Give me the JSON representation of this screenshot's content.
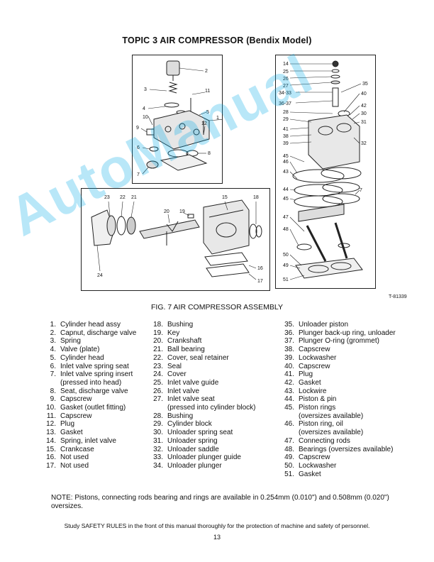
{
  "page": {
    "title": "TOPIC 3 AIR COMPRESSOR (Bendix Model)",
    "figure_code": "T-81339",
    "caption": "FIG. 7 AIR COMPRESSOR ASSEMBLY",
    "watermark": "AutoManual",
    "note": "NOTE: Pistons, connecting rods bearing and rings are available in 0.254mm (0.010\") and 0.508mm (0.020\") oversizes.",
    "footer": "Study SAFETY RULES in the front of this manual thoroughly for the protection of machine and safety of personnel.",
    "page_number": "13"
  },
  "parts_col1": [
    {
      "n": "1.",
      "t": "Cylinder head assy"
    },
    {
      "n": "2.",
      "t": "Capnut, discharge valve"
    },
    {
      "n": "3.",
      "t": "Spring"
    },
    {
      "n": "4.",
      "t": "Valve (plate)"
    },
    {
      "n": "5.",
      "t": "Cylinder head"
    },
    {
      "n": "6.",
      "t": "Inlet valve spring seat"
    },
    {
      "n": "7.",
      "t": "Inlet valve spring insert",
      "c": "(pressed into head)"
    },
    {
      "n": "8.",
      "t": "Seat, discharge valve"
    },
    {
      "n": "9.",
      "t": "Capscrew"
    },
    {
      "n": "10.",
      "t": "Gasket (outlet fitting)"
    },
    {
      "n": "11.",
      "t": "Capscrew"
    },
    {
      "n": "12.",
      "t": "Plug"
    },
    {
      "n": "13.",
      "t": "Gasket"
    },
    {
      "n": "14.",
      "t": "Spring, inlet valve"
    },
    {
      "n": "15.",
      "t": "Crankcase"
    },
    {
      "n": "16.",
      "t": "Not used"
    },
    {
      "n": "17.",
      "t": "Not used"
    }
  ],
  "parts_col2": [
    {
      "n": "18.",
      "t": "Bushing"
    },
    {
      "n": "19.",
      "t": "Key"
    },
    {
      "n": "20.",
      "t": "Crankshaft"
    },
    {
      "n": "21.",
      "t": "Ball bearing"
    },
    {
      "n": "22.",
      "t": "Cover, seal retainer"
    },
    {
      "n": "23.",
      "t": "Seal"
    },
    {
      "n": "24.",
      "t": "Cover"
    },
    {
      "n": "25.",
      "t": "Inlet valve guide"
    },
    {
      "n": "26.",
      "t": "Inlet valve"
    },
    {
      "n": "27.",
      "t": "Inlet  valve seat",
      "c": "(pressed into cylinder block)"
    },
    {
      "n": "28.",
      "t": "Bushing"
    },
    {
      "n": "29.",
      "t": "Cylinder block"
    },
    {
      "n": "30.",
      "t": "Unloader spring seat"
    },
    {
      "n": "31.",
      "t": "Unloader spring"
    },
    {
      "n": "32.",
      "t": "Unloader saddle"
    },
    {
      "n": "33.",
      "t": "Unloader plunger guide"
    },
    {
      "n": "34.",
      "t": "Unloader plunger"
    }
  ],
  "parts_col3": [
    {
      "n": "35.",
      "t": "Unloader piston"
    },
    {
      "n": "36.",
      "t": "Plunger back-up ring, unloader"
    },
    {
      "n": "37.",
      "t": "Plunger O-ring (grommet)"
    },
    {
      "n": "38.",
      "t": "Capscrew"
    },
    {
      "n": "39.",
      "t": "Lockwasher"
    },
    {
      "n": "40.",
      "t": "Capscrew"
    },
    {
      "n": "41.",
      "t": "Plug"
    },
    {
      "n": "42.",
      "t": "Gasket"
    },
    {
      "n": "43.",
      "t": "Lockwire"
    },
    {
      "n": "44.",
      "t": "Piston & pin"
    },
    {
      "n": "45.",
      "t": "Piston rings",
      "c": "(oversizes available)"
    },
    {
      "n": "46.",
      "t": "Piston ring, oil",
      "c": "(oversizes available)"
    },
    {
      "n": "47.",
      "t": "Connecting rods"
    },
    {
      "n": "48.",
      "t": "Bearings (oversizes available)"
    },
    {
      "n": "49.",
      "t": "Capscrew"
    },
    {
      "n": "50.",
      "t": "Lockwasher"
    },
    {
      "n": "51.",
      "t": "Gasket"
    }
  ],
  "callouts_head": [
    "2",
    "3",
    "11",
    "1",
    "4",
    "5",
    "10",
    "9",
    "12",
    "6",
    "8",
    "7"
  ],
  "callouts_crank": [
    "23",
    "22",
    "21",
    "20",
    "19",
    "15",
    "18",
    "24",
    "16",
    "17"
  ],
  "callouts_block": [
    "14",
    "25",
    "26",
    "27",
    "34-33",
    "36-37",
    "28",
    "29",
    "35",
    "40",
    "42",
    "30",
    "31",
    "41",
    "38",
    "39",
    "32",
    "45",
    "46",
    "43",
    "44",
    "45",
    "7",
    "47",
    "48",
    "50",
    "49",
    "51"
  ]
}
